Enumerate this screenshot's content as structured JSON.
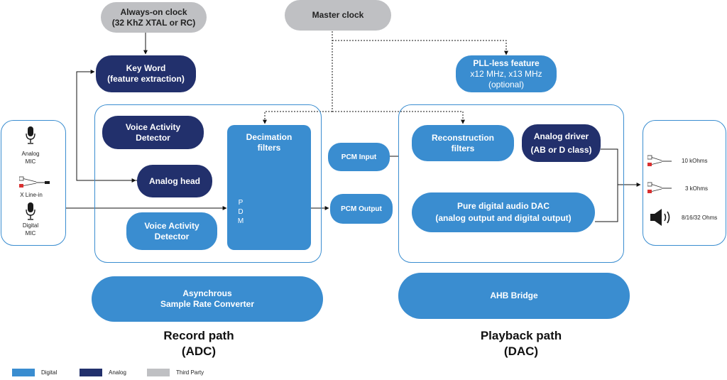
{
  "clocks": {
    "always_on": [
      "Always-on clock",
      "(32 KhZ XTAL or RC)"
    ],
    "master": "Master clock",
    "pll": [
      "PLL-less feature",
      "x12 MHz, x13 MHz",
      "(optional)"
    ]
  },
  "record": {
    "key_word": [
      "Key Word",
      "(feature extraction)"
    ],
    "vad_analog": [
      "Voice Activity",
      "Detector"
    ],
    "analog_head": "Analog head",
    "vad_digital": [
      "Voice Activity",
      "Detector"
    ],
    "decimation": [
      "Decimation",
      "filters"
    ],
    "pdm_letters": [
      "P",
      "D",
      "M"
    ],
    "asrc": [
      "Asynchrous",
      "Sample Rate Converter"
    ],
    "title": [
      "Record path",
      "(ADC)"
    ]
  },
  "pcm": {
    "input": "PCM Input",
    "output": "PCM Output"
  },
  "playback": {
    "reconstruction": [
      "Reconstruction",
      "filters"
    ],
    "analog_driver": [
      "Analog driver",
      "(AB or D class)"
    ],
    "dac": [
      "Pure digital audio DAC",
      "(analog output and digital output)"
    ],
    "ahb": "AHB Bridge",
    "title": [
      "Playback path",
      "(DAC)"
    ]
  },
  "inputs": {
    "analog_mic": [
      "Analog",
      "MIC"
    ],
    "line_in": "X Line-in",
    "digital_mic": [
      "Digital",
      "MIC"
    ]
  },
  "outputs": {
    "out1": "10 kOhms",
    "out2": "3 kOhms",
    "out3": "8/16/32 Ohms"
  },
  "legend": {
    "digital": "Digital",
    "analog": "Analog",
    "third_party": "Third Party"
  },
  "colors": {
    "digital": "#3a8dd0",
    "analog": "#22306c",
    "third_party": "#bfc0c3"
  }
}
